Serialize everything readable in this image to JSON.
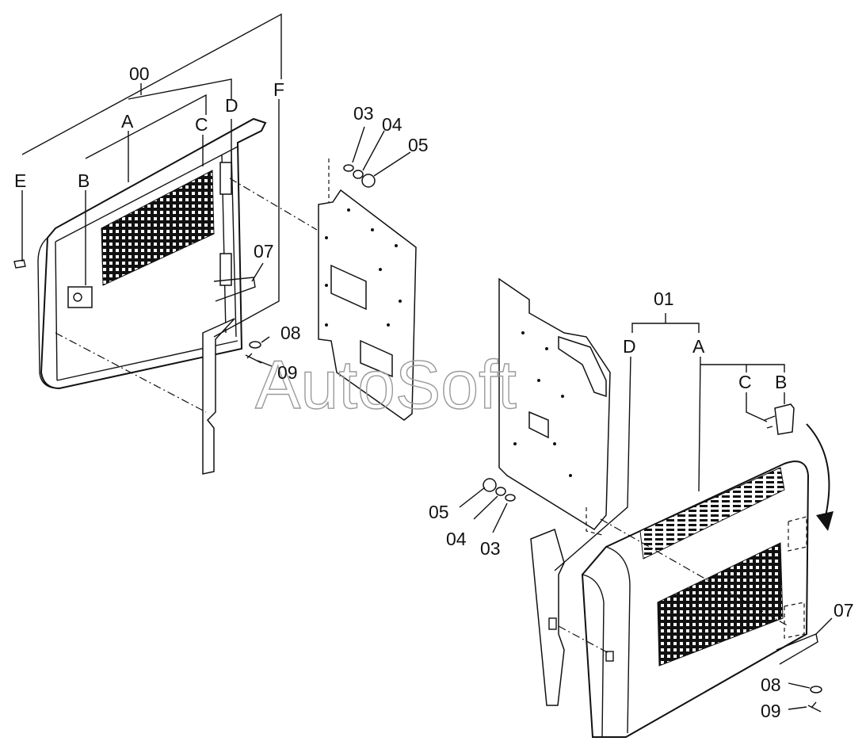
{
  "labels": {
    "l00": "00",
    "lA1": "A",
    "lB1": "B",
    "lC1": "C",
    "lD1": "D",
    "lE1": "E",
    "lF1": "F",
    "l03a": "03",
    "l04a": "04",
    "l05a": "05",
    "l07a": "07",
    "l08a": "08",
    "l09a": "09",
    "l01": "01",
    "lD2": "D",
    "lA2": "A",
    "lC2": "C",
    "lB2": "B",
    "l05b": "05",
    "l04b": "04",
    "l03b": "03",
    "l07b": "07",
    "l08b": "08",
    "l09b": "09"
  },
  "watermark": "AutoSoft"
}
